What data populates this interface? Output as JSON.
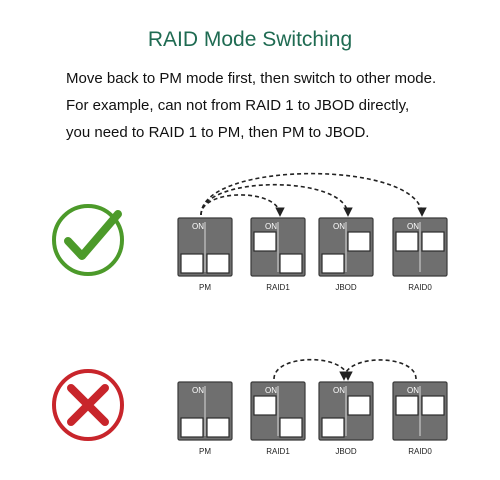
{
  "title": "RAID Mode Switching",
  "instructions": [
    "Move back to PM mode first, then switch to other mode.",
    "For example, can not from RAID 1 to JBOD directly,",
    "you need to RAID 1 to PM, then PM to JBOD."
  ],
  "on_label": "ON",
  "modes": [
    "PM",
    "RAID1",
    "JBOD",
    "RAID0"
  ],
  "rows": [
    {
      "verdict": "correct",
      "icon": "check-mark-icon",
      "color": "#4c9a2a",
      "switches": [
        {
          "mode": "PM",
          "dips": [
            "down",
            "down"
          ]
        },
        {
          "mode": "RAID1",
          "dips": [
            "up",
            "down"
          ]
        },
        {
          "mode": "JBOD",
          "dips": [
            "down",
            "up"
          ]
        },
        {
          "mode": "RAID0",
          "dips": [
            "up",
            "up"
          ]
        }
      ],
      "arrows": [
        {
          "from": "PM",
          "to": "RAID1"
        },
        {
          "from": "PM",
          "to": "JBOD"
        },
        {
          "from": "PM",
          "to": "RAID0"
        }
      ]
    },
    {
      "verdict": "wrong",
      "icon": "cross-mark-icon",
      "color": "#c8252b",
      "switches": [
        {
          "mode": "PM",
          "dips": [
            "down",
            "down"
          ]
        },
        {
          "mode": "RAID1",
          "dips": [
            "up",
            "down"
          ]
        },
        {
          "mode": "JBOD",
          "dips": [
            "down",
            "up"
          ]
        },
        {
          "mode": "RAID0",
          "dips": [
            "up",
            "up"
          ]
        }
      ],
      "arrows": [
        {
          "from": "RAID1",
          "to": "JBOD"
        },
        {
          "from": "RAID0",
          "to": "JBOD"
        }
      ]
    }
  ]
}
